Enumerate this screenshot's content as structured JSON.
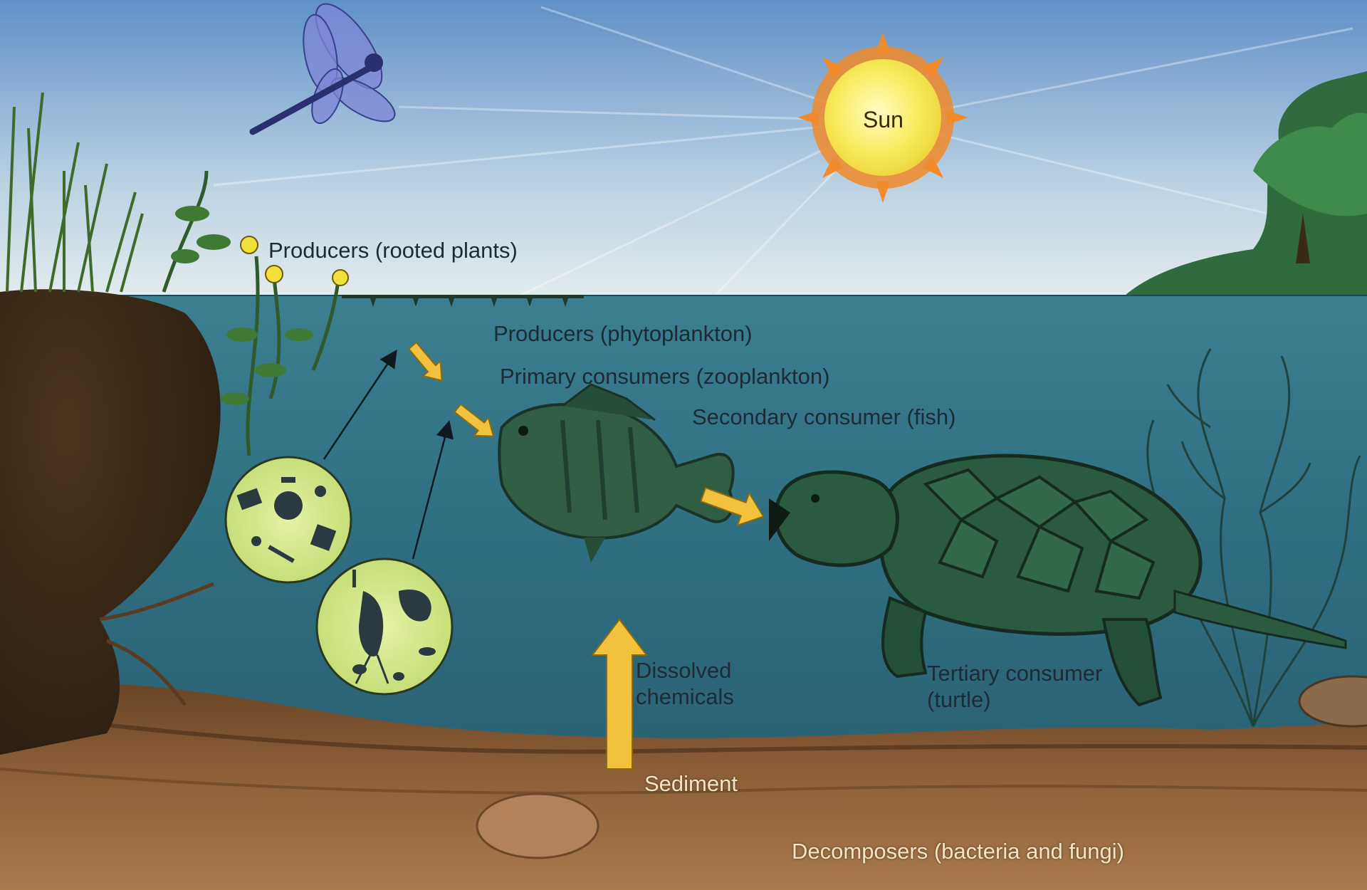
{
  "labels": {
    "sun": "Sun",
    "producers_rooted": "Producers (rooted plants)",
    "producers_phyto": "Producers (phytoplankton)",
    "primary_consumers": "Primary consumers (zooplankton)",
    "secondary_consumer": "Secondary consumer (fish)",
    "tertiary_consumer_line1": "Tertiary consumer",
    "tertiary_consumer_line2": "(turtle)",
    "dissolved_line1": "Dissolved",
    "dissolved_line2": "chemicals",
    "sediment": "Sediment",
    "decomposers": "Decomposers (bacteria and fungi)"
  },
  "colors": {
    "sky_top": "#5f90c8",
    "sky_bottom": "#dfe9ee",
    "water": "#2f6f82",
    "sediment": "#7a5230",
    "arrow": "#f2c23c",
    "sun": "#f8e85a",
    "sun_rays": "#f08a2a",
    "microscope_disc": "#d7ea8c"
  },
  "icons": {
    "dragonfly": "dragonfly-icon",
    "sun": "sun-icon",
    "fish": "fish-icon",
    "turtle": "turtle-icon",
    "tree": "tree-icon"
  }
}
